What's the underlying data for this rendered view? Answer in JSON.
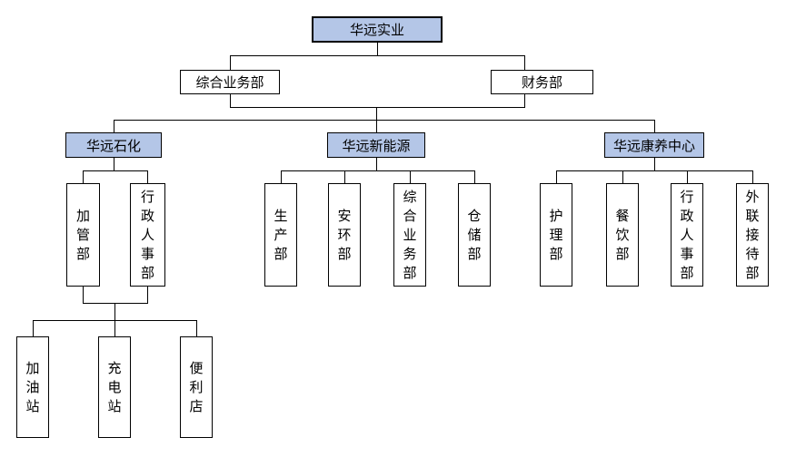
{
  "org_chart": {
    "root": {
      "label": "华远实业"
    },
    "level2": [
      {
        "label": "综合业务部"
      },
      {
        "label": "财务部"
      }
    ],
    "units": [
      {
        "label": "华远石化",
        "departments": [
          {
            "label": "加管部"
          },
          {
            "label": "行政人事部"
          }
        ],
        "stations": [
          {
            "label": "加油站"
          },
          {
            "label": "充电站"
          },
          {
            "label": "便利店"
          }
        ]
      },
      {
        "label": "华远新能源",
        "departments": [
          {
            "label": "生产部"
          },
          {
            "label": "安环部"
          },
          {
            "label": "综合业务部"
          },
          {
            "label": "仓储部"
          }
        ]
      },
      {
        "label": "华远康养中心",
        "departments": [
          {
            "label": "护理部"
          },
          {
            "label": "餐饮部"
          },
          {
            "label": "行政人事部"
          },
          {
            "label": "外联接待部"
          }
        ]
      }
    ]
  },
  "colors": {
    "highlight_fill": "#b4c6e7",
    "node_fill": "#ffffff",
    "border": "#000000",
    "line": "#000000",
    "background": "#ffffff"
  }
}
